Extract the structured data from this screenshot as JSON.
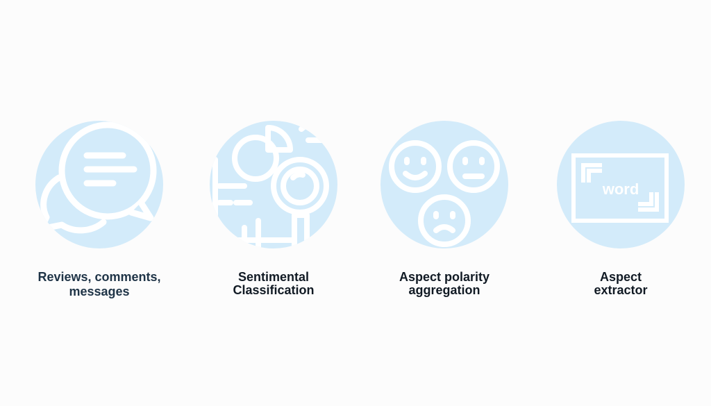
{
  "colors": {
    "circle": "#d3ebfa",
    "icon_stroke": "#ffffff",
    "label": "#111a24",
    "background": "#fcfcfc"
  },
  "steps": [
    {
      "icon": "chat-bubbles-icon",
      "label_line1": "Reviews, comments,",
      "label_line2": "messages"
    },
    {
      "icon": "analytics-magnifier-icon",
      "label_line1": "Sentimental",
      "label_line2": "Classification"
    },
    {
      "icon": "emoji-faces-icon",
      "label_line1": "Aspect polarity",
      "label_line2": "aggregation"
    },
    {
      "icon": "word-frame-icon",
      "label_line1": "Aspect",
      "label_line2": "extractor",
      "frame_word": "word"
    }
  ]
}
